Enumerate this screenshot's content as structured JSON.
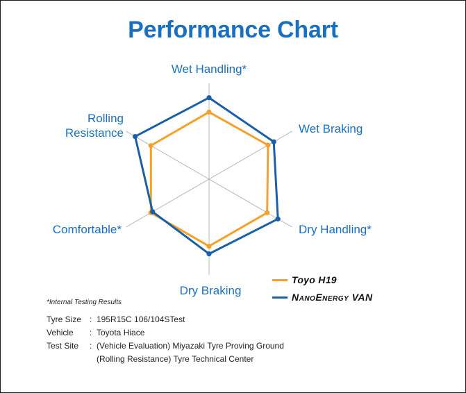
{
  "title": "Performance Chart",
  "chart_data": {
    "type": "radar",
    "axes": [
      "Wet Handling*",
      "Wet Braking",
      "Dry Handling*",
      "Dry Braking",
      "Comfortable*",
      "Rolling Resistance"
    ],
    "axis_label_lines": [
      [
        "Wet Handling*"
      ],
      [
        "Wet Braking"
      ],
      [
        "Dry Handling*"
      ],
      [
        "Dry Braking"
      ],
      [
        "Comfortable*"
      ],
      [
        "Rolling",
        "Resistance"
      ]
    ],
    "range": [
      0,
      1
    ],
    "grid": true,
    "series": [
      {
        "name": "Toyo H19",
        "color": "#f5a12a",
        "values": [
          0.7,
          0.71,
          0.7,
          0.7,
          0.7,
          0.7
        ]
      },
      {
        "name": "NanoEnergy VAN",
        "color": "#1a5fa8",
        "values": [
          0.85,
          0.78,
          0.83,
          0.78,
          0.68,
          0.89
        ]
      }
    ],
    "legend_position": "bottom-right"
  },
  "legend": [
    {
      "label": "Toyo H19",
      "color": "#f5a12a"
    },
    {
      "label": "NanoEnergy VAN",
      "color": "#1a5fa8"
    }
  ],
  "note": "*Internal Testing Results",
  "info": [
    {
      "key": "Tyre Size",
      "sep": ":",
      "value": "195R15C 106/104STest"
    },
    {
      "key": "Vehicle",
      "sep": ":",
      "value": "Toyota Hiace"
    },
    {
      "key": "Test Site",
      "sep": ":",
      "value": "(Vehicle Evaluation) Miyazaki Tyre Proving Ground"
    },
    {
      "key": "",
      "sep": "",
      "value": "(Rolling Resistance) Tyre Technical Center"
    }
  ],
  "colors": {
    "title": "#1a6fbf",
    "axis_label": "#1a6fbf",
    "grid": "#aaaaaa"
  }
}
